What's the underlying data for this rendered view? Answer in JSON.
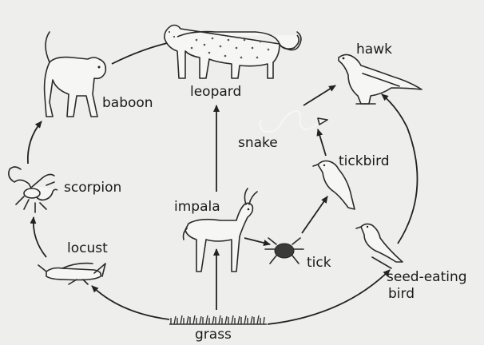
{
  "diagram": {
    "organisms": {
      "leopard": "leopard",
      "hawk": "hawk",
      "baboon": "baboon",
      "snake": "snake",
      "tickbird": "tickbird",
      "scorpion": "scorpion",
      "impala": "impala",
      "locust": "locust",
      "tick": "tick",
      "seed_eating_bird_line1": "seed-eating",
      "seed_eating_bird_line2": "bird",
      "grass": "grass"
    },
    "links": [
      [
        "grass",
        "locust"
      ],
      [
        "locust",
        "scorpion"
      ],
      [
        "scorpion",
        "baboon"
      ],
      [
        "baboon",
        "leopard"
      ],
      [
        "grass",
        "impala"
      ],
      [
        "impala",
        "leopard"
      ],
      [
        "impala",
        "tick"
      ],
      [
        "tick",
        "tickbird"
      ],
      [
        "tickbird",
        "snake"
      ],
      [
        "snake",
        "hawk"
      ],
      [
        "grass",
        "seed-eating bird"
      ],
      [
        "seed-eating bird",
        "hawk"
      ]
    ]
  }
}
